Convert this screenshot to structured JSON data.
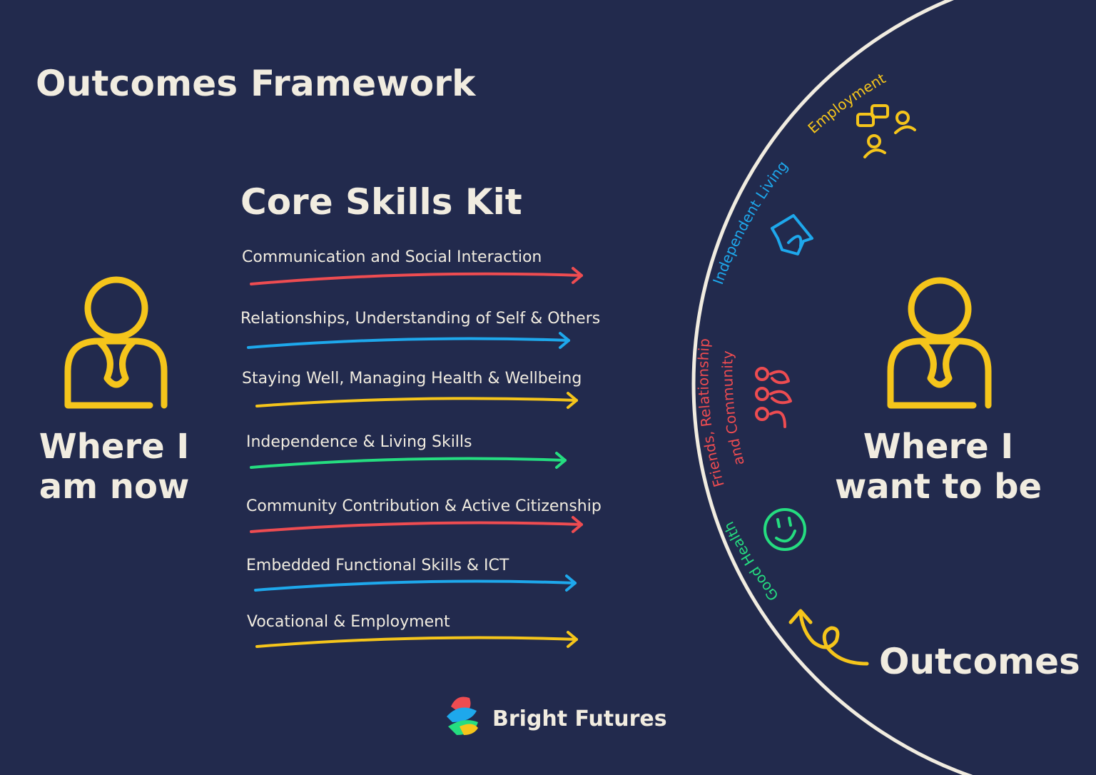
{
  "title": "Outcomes Framework",
  "core_skills": {
    "heading": "Core Skills Kit",
    "items": [
      {
        "label": "Communication and Social Interaction",
        "color": "#ee4c51"
      },
      {
        "label": "Relationships, Understanding of Self & Others",
        "color": "#1ea8ec"
      },
      {
        "label": "Staying Well, Managing Health & Wellbeing",
        "color": "#f5c51b"
      },
      {
        "label": "Independence & Living Skills",
        "color": "#25dd80"
      },
      {
        "label": "Community Contribution & Active Citizenship",
        "color": "#ee4c51"
      },
      {
        "label": "Embedded Functional Skills & ICT",
        "color": "#1ea8ec"
      },
      {
        "label": "Vocational & Employment",
        "color": "#f5c51b"
      }
    ]
  },
  "left_person": {
    "icon": "person-icon",
    "line1": "Where I",
    "line2": "am now"
  },
  "right_person": {
    "icon": "person-icon",
    "line1": "Where I",
    "line2": "want to be"
  },
  "outcomes": {
    "label": "Outcomes",
    "items": [
      {
        "label": "Employment",
        "color": "#f5c51b",
        "icon": "people-chat-icon"
      },
      {
        "label": "Independent Living",
        "color": "#1ea8ec",
        "icon": "house-icon"
      },
      {
        "label_line1": "Friends, Relationship",
        "label_line2": "and Community",
        "color": "#ee4c51",
        "icon": "group-icon"
      },
      {
        "label": "Good Health",
        "color": "#25dd80",
        "icon": "smiley-icon"
      }
    ]
  },
  "brand": {
    "name": "Bright Futures",
    "icon": "bright-futures-logo"
  },
  "colors": {
    "background": "#222a4d",
    "text": "#f1ece0",
    "accent_yellow": "#f5c51b",
    "accent_red": "#ee4c51",
    "accent_blue": "#1ea8ec",
    "accent_green": "#25dd80"
  }
}
